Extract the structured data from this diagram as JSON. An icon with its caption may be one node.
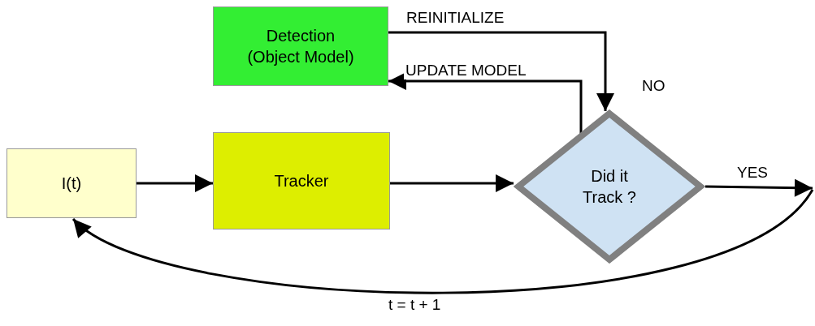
{
  "diagram": {
    "nodes": [
      {
        "text": [
          "Detection (Object Model)"
        ]
      },
      {
        "text": [
          "I(t)"
        ]
      },
      {
        "text": [
          "Tracker"
        ]
      },
      {
        "text": [
          "Did it Track ?"
        ]
      }
    ],
    "edges": [
      {
        "from": 1,
        "to": 2,
        "arrow": "to"
      },
      {
        "from": 2,
        "to": 3,
        "arrow": "to"
      },
      {
        "from": 0,
        "to": 3,
        "arrow": "to",
        "label": "REINITIALIZE"
      },
      {
        "from": 3,
        "to": 0,
        "arrow": "to",
        "label": "UPDATE MODEL"
      },
      {
        "from": 3,
        "to": null,
        "arrow": "to",
        "label": "YES"
      },
      {
        "from": null,
        "to": 1,
        "arrow": "to",
        "label": "t = t + 1"
      }
    ],
    "labels": [
      "NO"
    ]
  }
}
